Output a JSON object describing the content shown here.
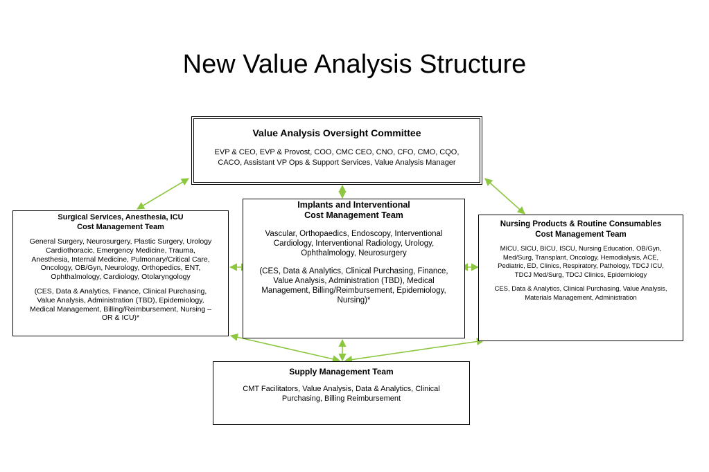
{
  "title": "New Value Analysis Structure",
  "colors": {
    "arrow": "#8dc63f",
    "border": "#000000"
  },
  "boxes": {
    "oversight": {
      "header": "Value Analysis Oversight Committee",
      "body": "EVP & CEO, EVP & Provost, COO, CMC CEO, CNO, CFO, CMO, CQO,\nCACO, Assistant VP Ops & Support Services, Value Analysis Manager"
    },
    "surgical": {
      "header": "Surgical Services, Anesthesia, ICU\nCost Management Team",
      "body": "General Surgery, Neurosurgery, Plastic Surgery, Urology\nCardiothoracic, Emergency Medicine, Trauma,\nAnesthesia, Internal Medicine, Pulmonary/Critical Care,\nOncology, OB/Gyn, Neurology, Orthopedics, ENT,\nOphthalmology, Cardiology, Otolaryngology",
      "members": "(CES, Data & Analytics, Finance, Clinical Purchasing,\nValue Analysis, Administration (TBD), Epidemiology,\nMedical Management, Billing/Reimbursement, Nursing –\nOR & ICU)*"
    },
    "implants": {
      "header": "Implants and Interventional\nCost Management Team",
      "body": "Vascular, Orthopaedics, Endoscopy, Interventional\nCardiology, Interventional Radiology, Urology,\nOphthalmology, Neurosurgery",
      "members": "(CES, Data & Analytics, Clinical Purchasing, Finance,\nValue Analysis, Administration (TBD), Medical\nManagement, Billing/Reimbursement, Epidemiology,\nNursing)*"
    },
    "nursing": {
      "header": "Nursing Products & Routine Consumables\nCost Management Team",
      "body": "MICU, SICU, BICU, ISCU, Nursing Education,  OB/Gyn,\nMed/Surg, Transplant, Oncology, Hemodialysis, ACE,\nPediatric, ED, Clinics, Respiratory, Pathology, TDCJ ICU,\nTDCJ Med/Surg, TDCJ Clinics, Epidemiology",
      "members": "CES, Data & Analytics, Clinical Purchasing, Value Analysis,\nMaterials Management, Administration"
    },
    "supply": {
      "header": "Supply Management Team",
      "body": "CMT Facilitators, Value Analysis, Data & Analytics, Clinical\nPurchasing, Billing Reimbursement"
    }
  }
}
